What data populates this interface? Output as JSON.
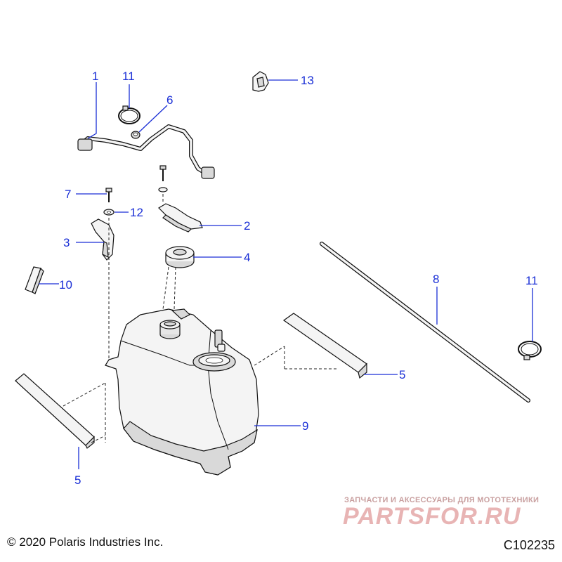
{
  "callouts": [
    {
      "label": "1"
    },
    {
      "label": "11"
    },
    {
      "label": "6"
    },
    {
      "label": "13"
    },
    {
      "label": "7"
    },
    {
      "label": "12"
    },
    {
      "label": "2"
    },
    {
      "label": "3"
    },
    {
      "label": "4"
    },
    {
      "label": "10"
    },
    {
      "label": "8"
    },
    {
      "label": "11"
    },
    {
      "label": "5"
    },
    {
      "label": "9"
    },
    {
      "label": "5"
    }
  ],
  "footer": {
    "copyright": "© 2020 Polaris Industries Inc.",
    "diagram_id": "C102235"
  },
  "watermark": {
    "tagline": "ЗАПЧАСТИ И АКСЕССУАРЫ ДЛЯ МОТОТЕХНИКИ",
    "brand": "PARTSFOR.RU"
  },
  "colors": {
    "callout": "#1a2fd6",
    "line_art": "#111111",
    "watermark": "#e8b4b4"
  }
}
